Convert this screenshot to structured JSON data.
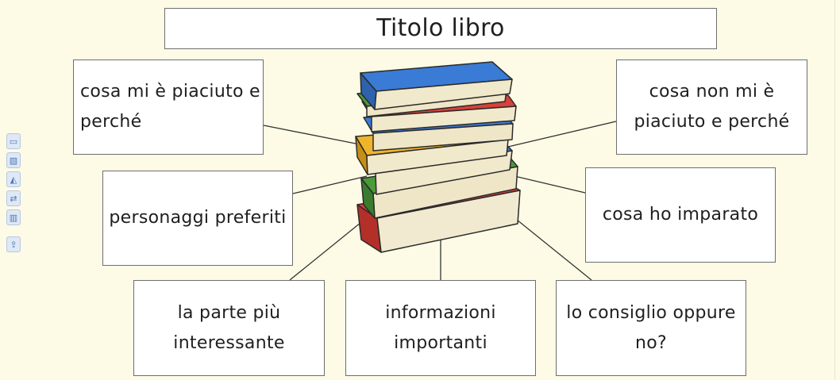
{
  "title": "Titolo libro",
  "boxes": {
    "likes": [
      "cosa mi è piaciuto e",
      "perché"
    ],
    "dislikes": [
      "cosa non mi è",
      "piaciuto e perché"
    ],
    "characters": [
      "personaggi preferiti"
    ],
    "learned": [
      "cosa ho imparato"
    ],
    "best_part": [
      "la parte più",
      "interessante"
    ],
    "important_info": [
      "informazioni",
      "importanti"
    ],
    "recommend": [
      "lo consiglio oppure",
      "no?"
    ]
  },
  "toolbar": {
    "tools": [
      "rectangle-icon",
      "image-icon",
      "eraser-icon",
      "swap-icon",
      "trash-icon",
      "share-icon"
    ]
  },
  "colors": {
    "background": "#fdfbe6",
    "box_border": "#6e6e6e",
    "book_blue": "#3a7bd5",
    "book_green": "#4a9a3c",
    "book_red": "#d8403a",
    "book_yellow": "#efb52a"
  }
}
